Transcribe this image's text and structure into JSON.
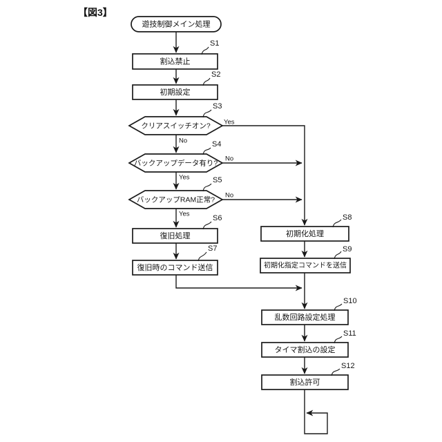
{
  "figure": {
    "title": "【図3】"
  },
  "colors": {
    "line": "#1a1a1a",
    "background": "#ffffff"
  },
  "flowchart": {
    "start": {
      "label": "遊技制御メイン処理",
      "shape": "terminal"
    },
    "steps": [
      {
        "id": "S1",
        "label": "割込禁止",
        "shape": "process"
      },
      {
        "id": "S2",
        "label": "初期設定",
        "shape": "process"
      },
      {
        "id": "S3",
        "label": "クリアスイッチオン?",
        "shape": "decision"
      },
      {
        "id": "S4",
        "label": "バックアップデータ有り?",
        "shape": "decision"
      },
      {
        "id": "S5",
        "label": "バックアップRAM正常?",
        "shape": "decision"
      },
      {
        "id": "S6",
        "label": "復旧処理",
        "shape": "process"
      },
      {
        "id": "S7",
        "label": "復旧時のコマンド送信",
        "shape": "process"
      },
      {
        "id": "S8",
        "label": "初期化処理",
        "shape": "process"
      },
      {
        "id": "S9",
        "label": "初期化指定コマンドを送信",
        "shape": "process"
      },
      {
        "id": "S10",
        "label": "乱数回路設定処理",
        "shape": "process"
      },
      {
        "id": "S11",
        "label": "タイマ割込の設定",
        "shape": "process"
      },
      {
        "id": "S12",
        "label": "割込許可",
        "shape": "process"
      }
    ],
    "branch_labels": {
      "s3_yes": "Yes",
      "s3_no": "No",
      "s4_no": "No",
      "s4_yes": "Yes",
      "s5_no": "No",
      "s5_yes": "Yes"
    }
  }
}
